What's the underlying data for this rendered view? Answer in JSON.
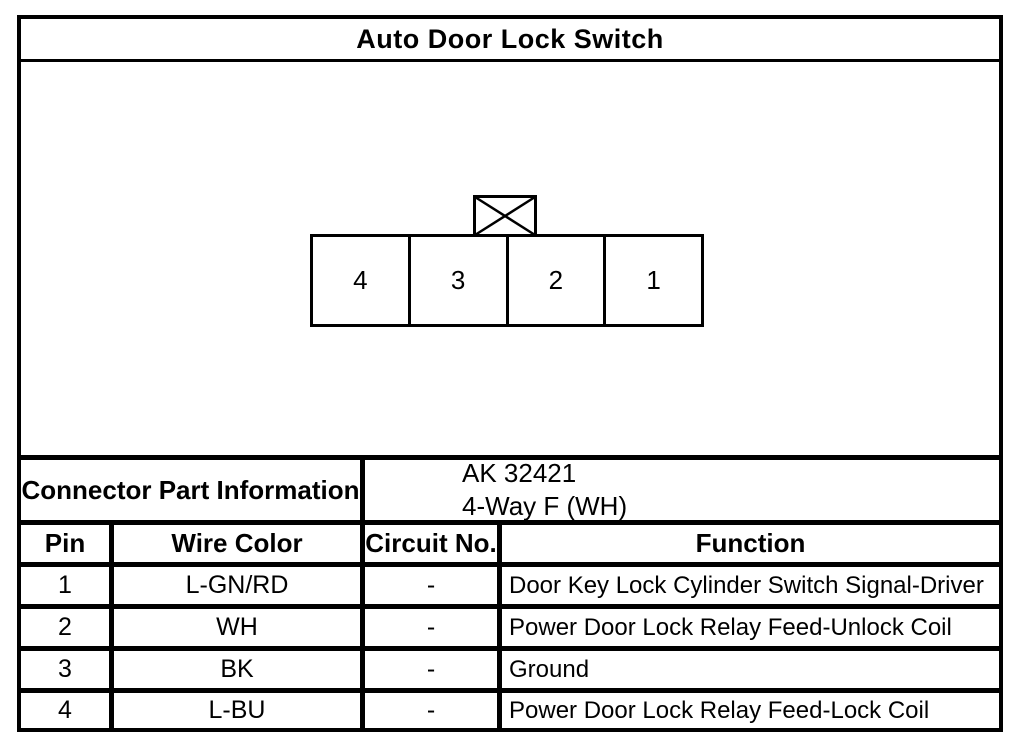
{
  "page": {
    "title": "Auto Door Lock Switch"
  },
  "connector": {
    "cavities": [
      "4",
      "3",
      "2",
      "1"
    ]
  },
  "part_info": {
    "label": "Connector Part Information",
    "part_number": "AK 32421",
    "description": "4-Way F (WH)"
  },
  "pin_table": {
    "headers": [
      "Pin",
      "Wire Color",
      "Circuit No.",
      "Function"
    ],
    "rows": [
      {
        "pin": "1",
        "wire_color": "L-GN/RD",
        "circuit": "-",
        "function": "Door Key Lock Cylinder Switch Signal-Driver"
      },
      {
        "pin": "2",
        "wire_color": "WH",
        "circuit": "-",
        "function": "Power Door Lock Relay Feed-Unlock Coil"
      },
      {
        "pin": "3",
        "wire_color": "BK",
        "circuit": "-",
        "function": "Ground"
      },
      {
        "pin": "4",
        "wire_color": "L-BU",
        "circuit": "-",
        "function": "Power Door Lock Relay Feed-Lock Coil"
      }
    ]
  },
  "colors": {
    "line": "#000000",
    "background": "#ffffff",
    "text": "#000000"
  }
}
